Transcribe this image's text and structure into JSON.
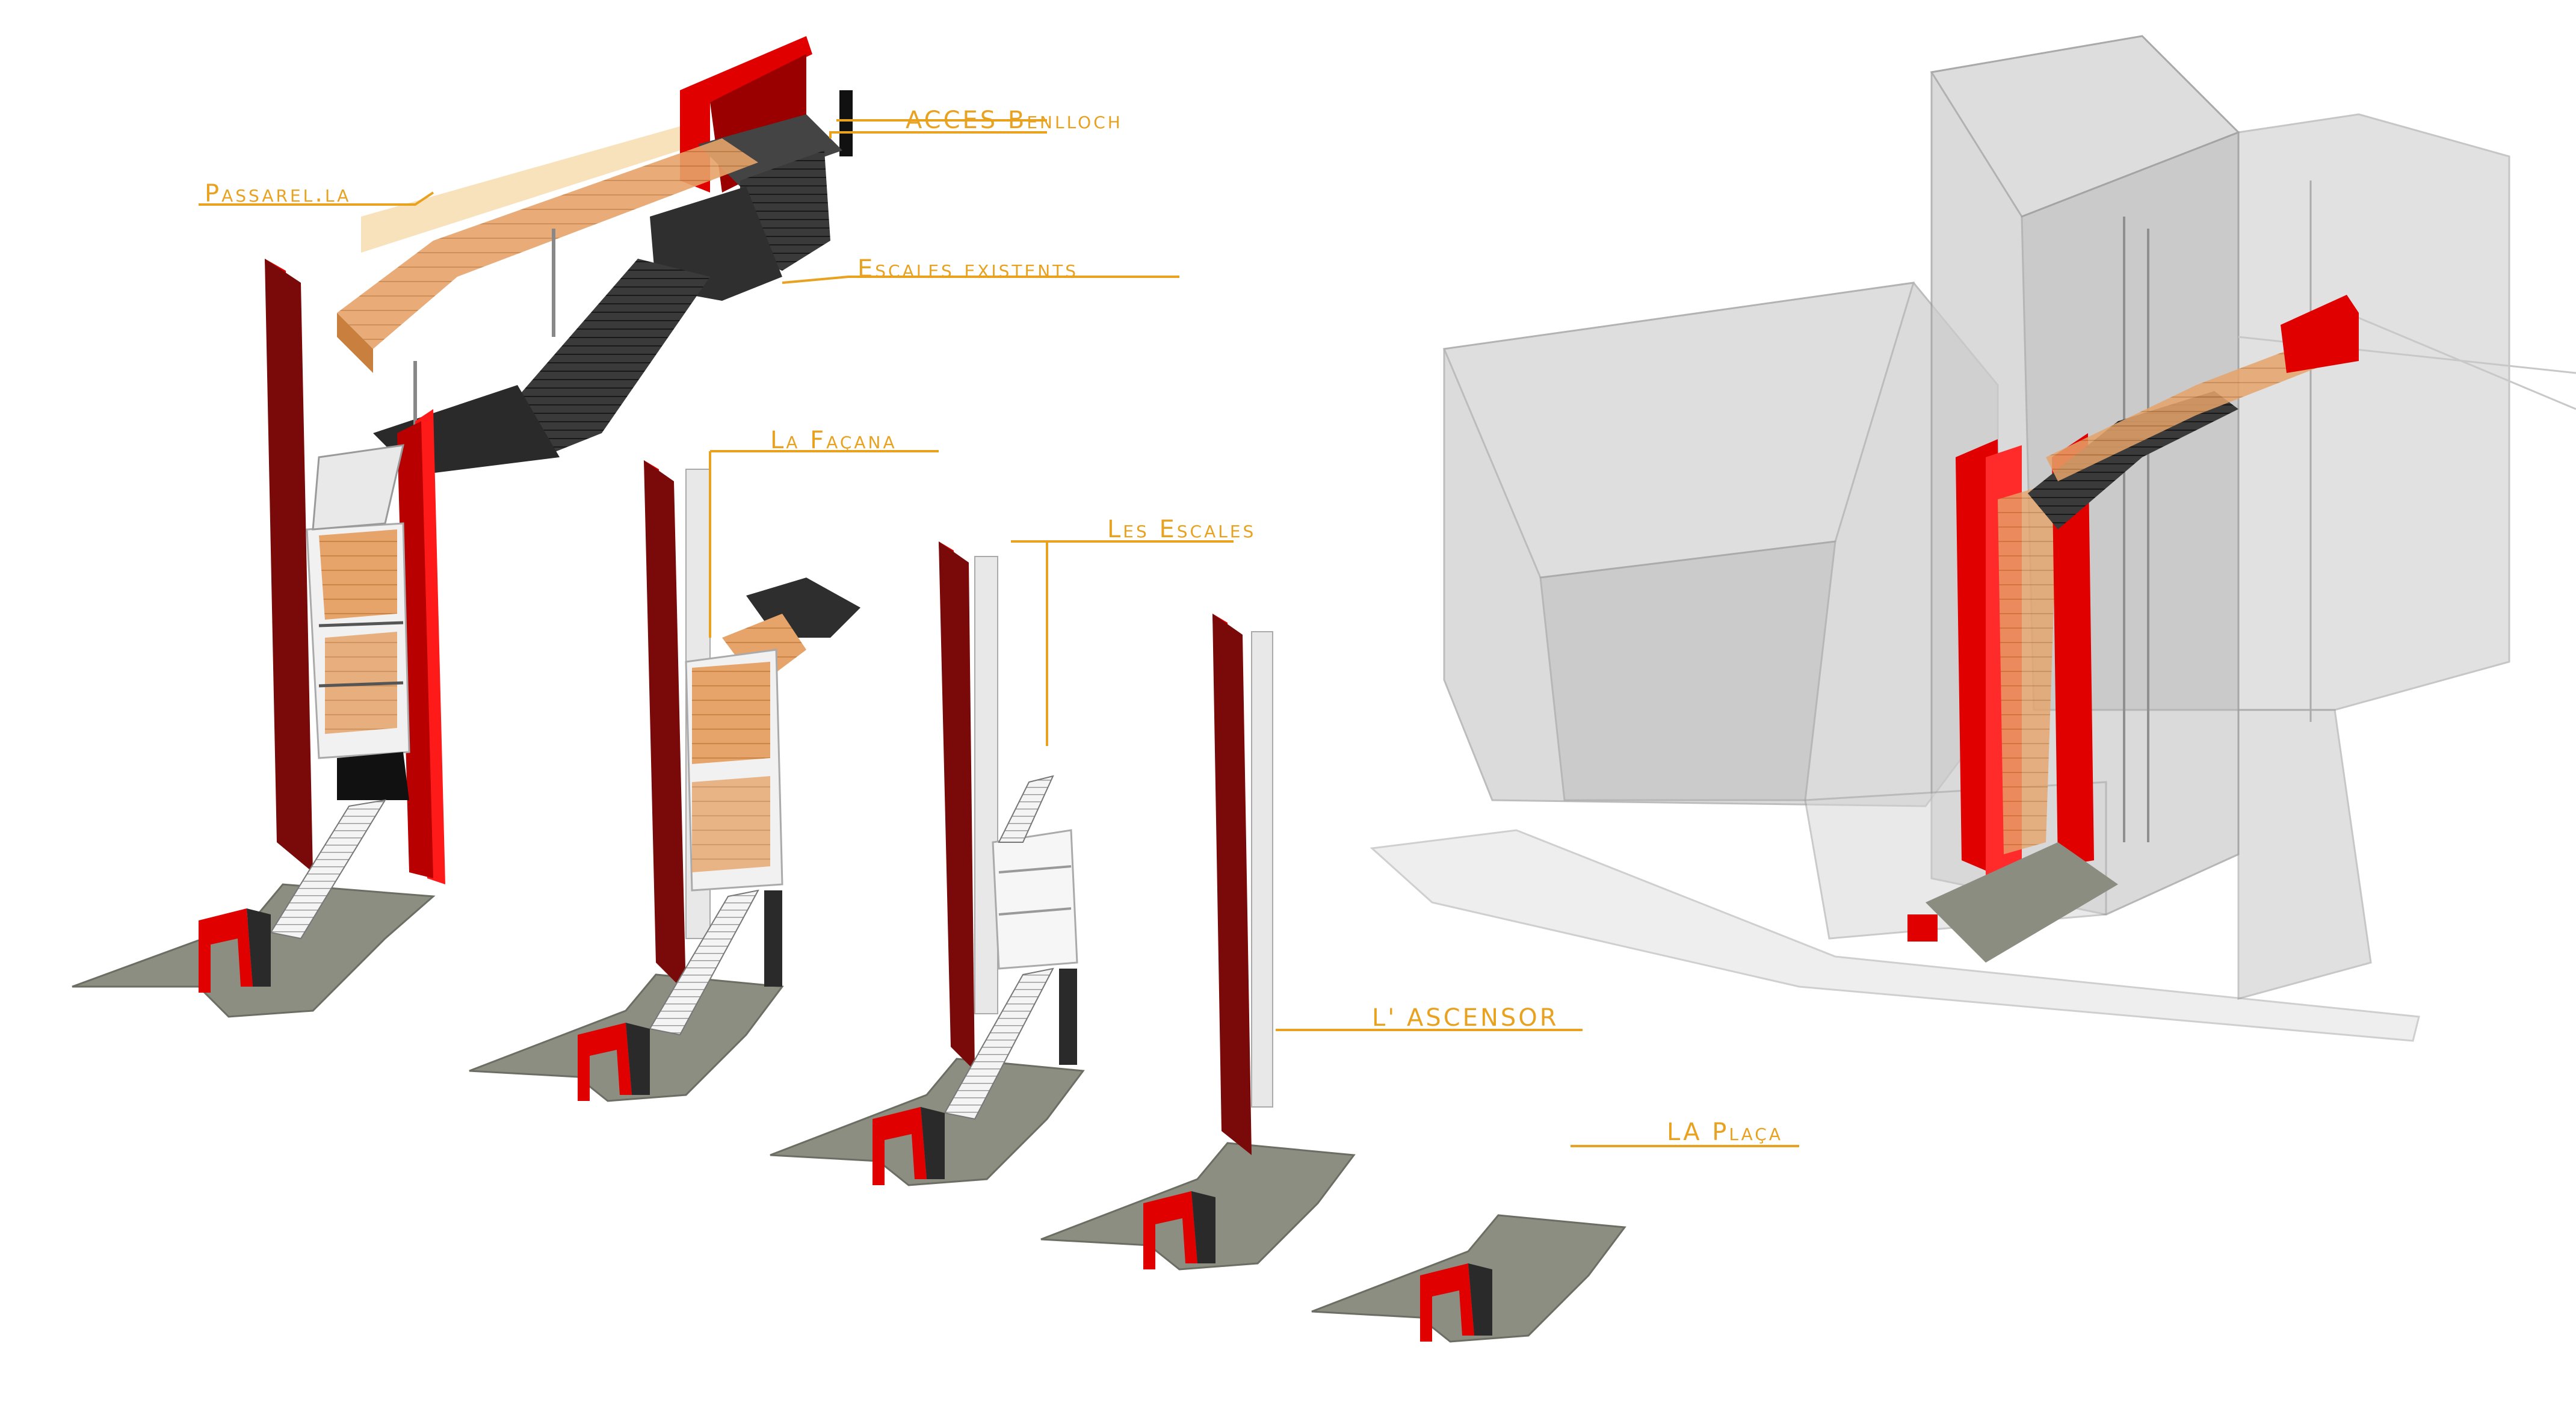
{
  "labels": {
    "acces_benlloch": "ACCES Benlloch",
    "passarella": "Passarel.la",
    "escales_existents": "Escales existents",
    "la_facana": "La Façana",
    "les_escales": "Les Escales",
    "l_ascensor": "L' ASCENSOR",
    "la_placa": "LA Plaça"
  },
  "colors": {
    "label": "#e8a21f",
    "leader_line": "#e8a21f",
    "red_panel": "#e00000",
    "dark_red": "#7a0a0a",
    "wood": "#e8a061",
    "concrete": "#8a8d80",
    "stair_dark": "#2e2e2e",
    "context_glass": "#d6d6d6"
  },
  "stages": [
    "full-assembly-model",
    "facade-stage-model",
    "stairs-stage-model",
    "elevator-stage-model",
    "plaza-stage-model",
    "context-building-model"
  ]
}
